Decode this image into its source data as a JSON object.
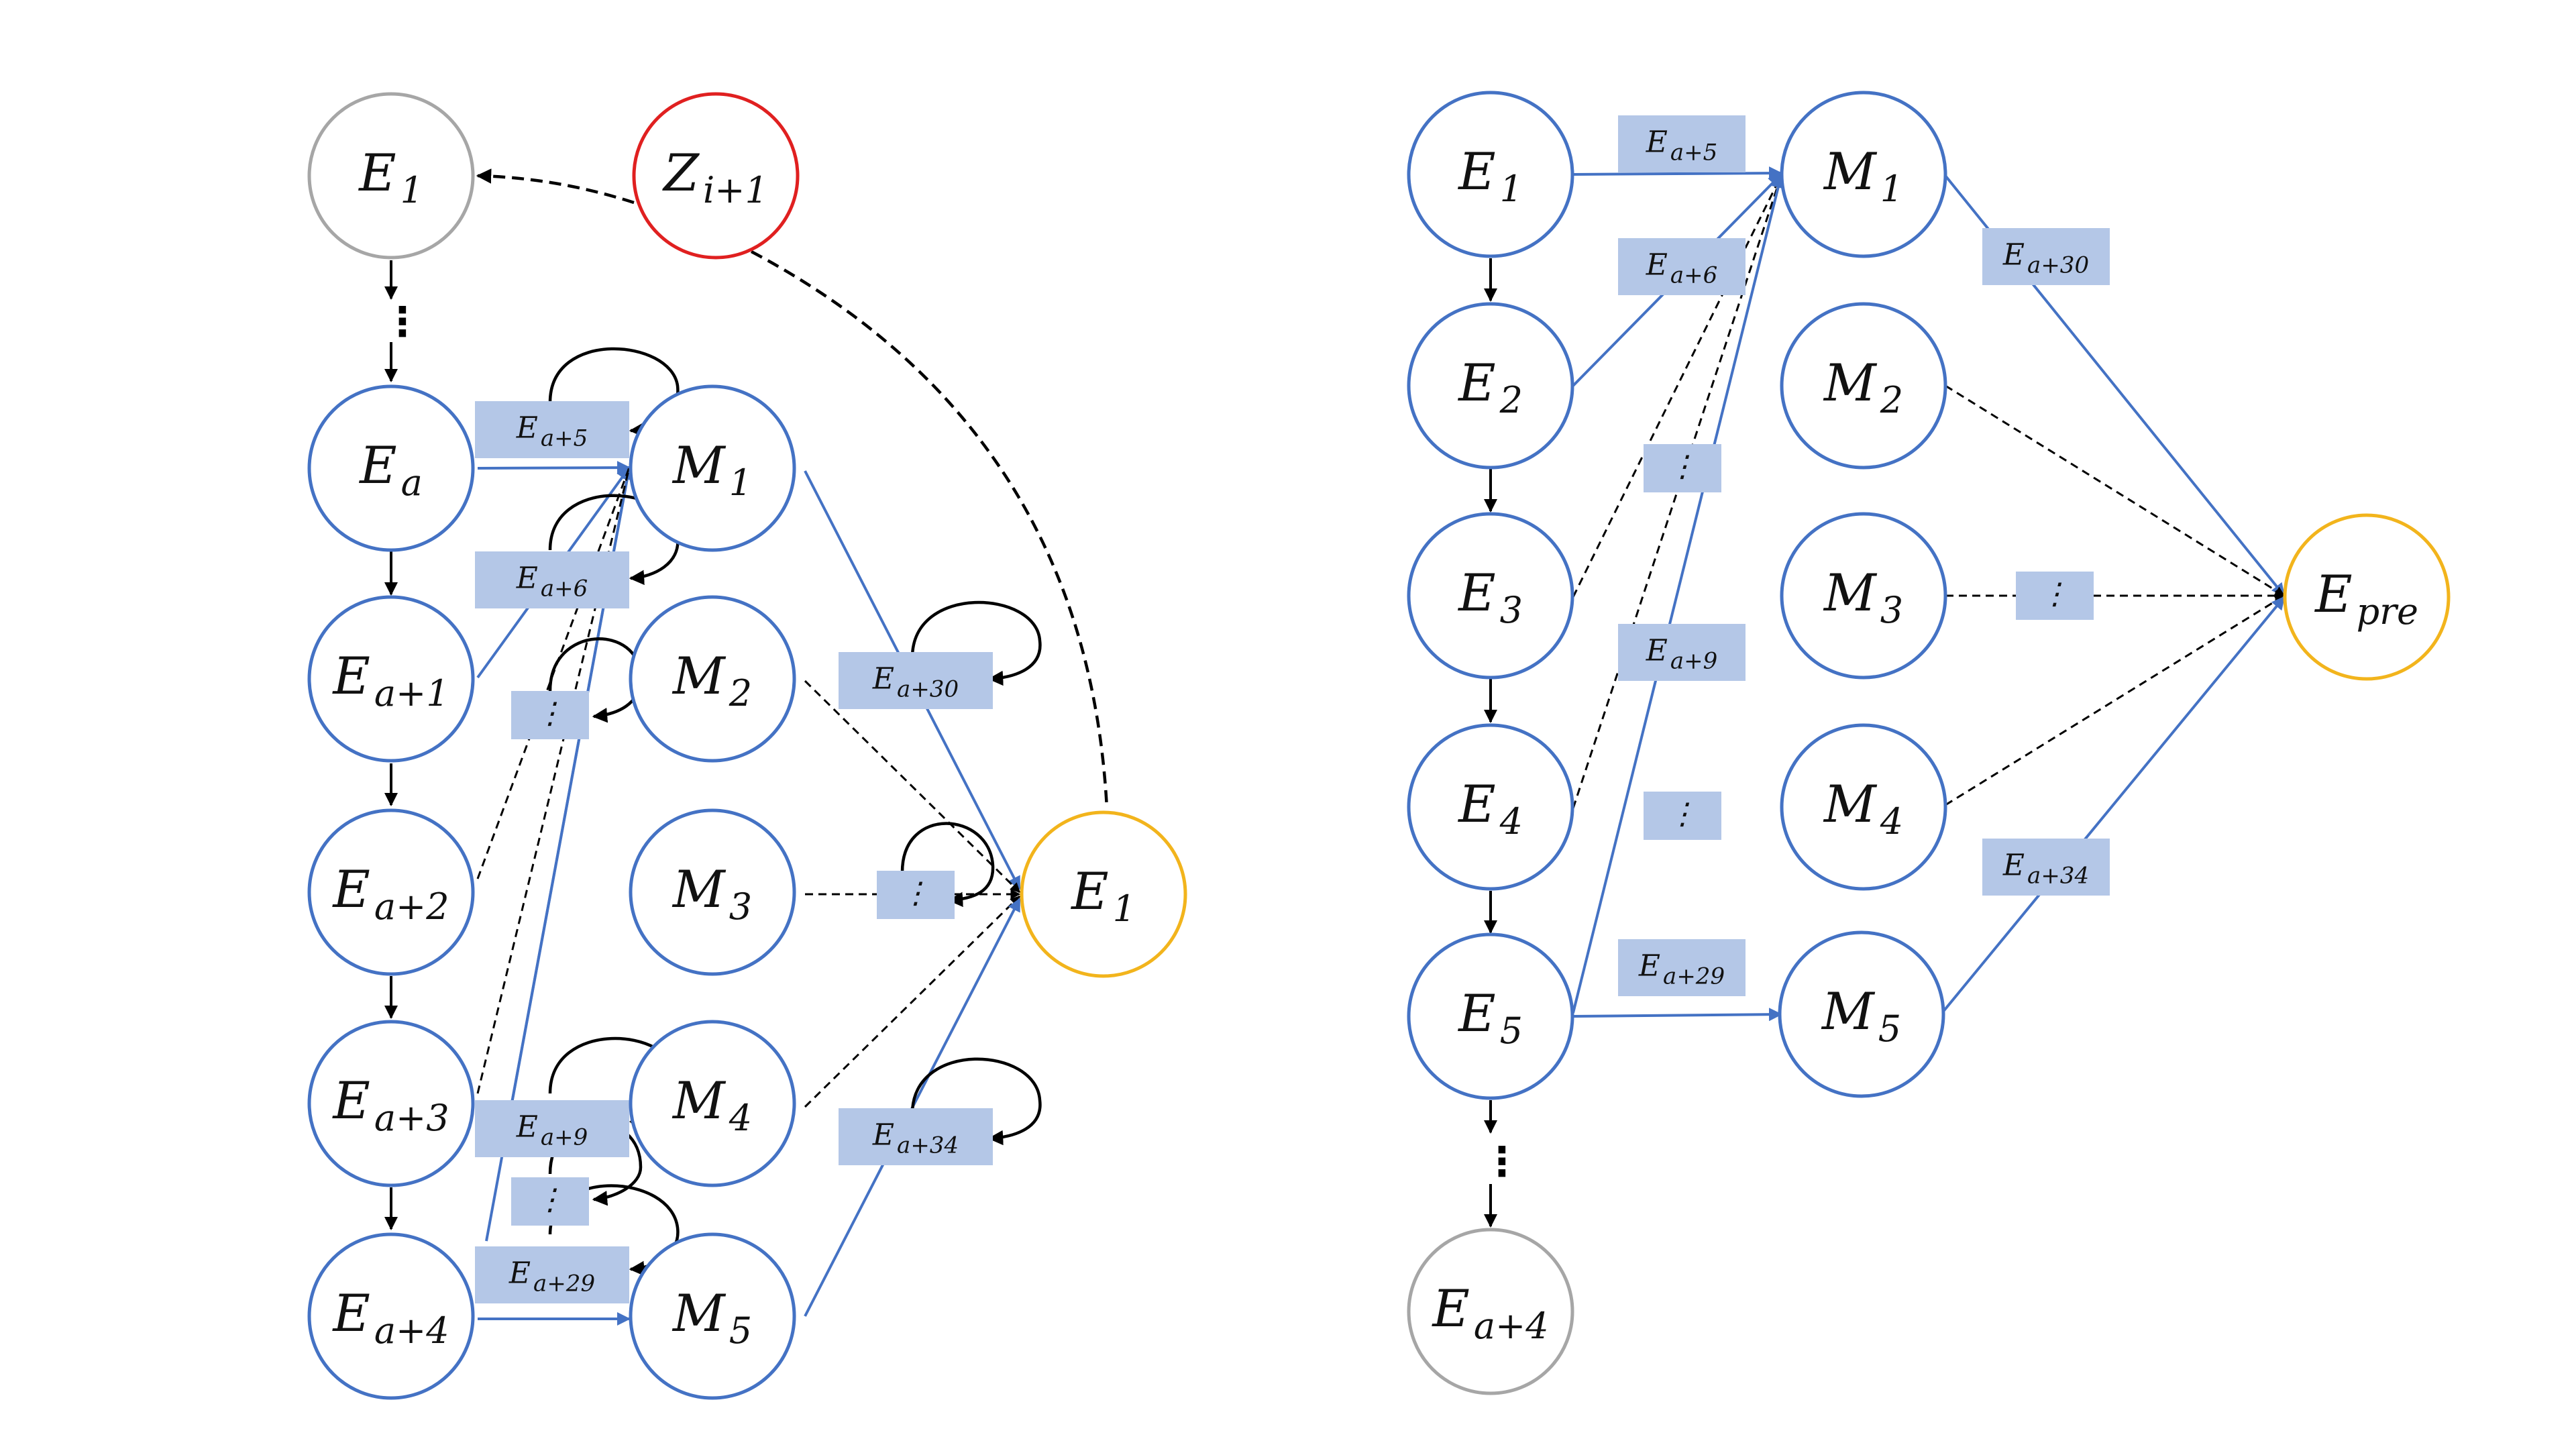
{
  "left_diagram": {
    "nodes": [
      {
        "id": "L_E1_top",
        "base": "E",
        "sub": "1",
        "border": "#a6a6a6"
      },
      {
        "id": "L_Z",
        "base": "Z",
        "sub": "i+1",
        "border": "#e02020"
      },
      {
        "id": "L_Ea",
        "base": "E",
        "sub": "a",
        "border": "#4472c4"
      },
      {
        "id": "L_Ea1",
        "base": "E",
        "sub": "a+1",
        "border": "#4472c4"
      },
      {
        "id": "L_Ea2",
        "base": "E",
        "sub": "a+2",
        "border": "#4472c4"
      },
      {
        "id": "L_Ea3",
        "base": "E",
        "sub": "a+3",
        "border": "#4472c4"
      },
      {
        "id": "L_Ea4",
        "base": "E",
        "sub": "a+4",
        "border": "#4472c4"
      },
      {
        "id": "L_M1",
        "base": "M",
        "sub": "1",
        "border": "#4472c4"
      },
      {
        "id": "L_M2",
        "base": "M",
        "sub": "2",
        "border": "#4472c4"
      },
      {
        "id": "L_M3",
        "base": "M",
        "sub": "3",
        "border": "#4472c4"
      },
      {
        "id": "L_M4",
        "base": "M",
        "sub": "4",
        "border": "#4472c4"
      },
      {
        "id": "L_M5",
        "base": "M",
        "sub": "5",
        "border": "#4472c4"
      },
      {
        "id": "L_E1_out",
        "base": "E",
        "sub": "1",
        "border": "#f2b41c"
      }
    ],
    "edge_labels": [
      {
        "id": "L_l5",
        "base": "E",
        "sub": "a+5"
      },
      {
        "id": "L_l6",
        "base": "E",
        "sub": "a+6"
      },
      {
        "id": "L_lv1",
        "base": "⋮",
        "sub": ""
      },
      {
        "id": "L_l9",
        "base": "E",
        "sub": "a+9"
      },
      {
        "id": "L_lv2",
        "base": "⋮",
        "sub": ""
      },
      {
        "id": "L_l29",
        "base": "E",
        "sub": "a+29"
      },
      {
        "id": "L_l30",
        "base": "E",
        "sub": "a+30"
      },
      {
        "id": "L_lv3",
        "base": "⋮",
        "sub": ""
      },
      {
        "id": "L_l34",
        "base": "E",
        "sub": "a+34"
      }
    ]
  },
  "right_diagram": {
    "nodes": [
      {
        "id": "R_E1",
        "base": "E",
        "sub": "1",
        "border": "#4472c4"
      },
      {
        "id": "R_E2",
        "base": "E",
        "sub": "2",
        "border": "#4472c4"
      },
      {
        "id": "R_E3",
        "base": "E",
        "sub": "3",
        "border": "#4472c4"
      },
      {
        "id": "R_E4",
        "base": "E",
        "sub": "4",
        "border": "#4472c4"
      },
      {
        "id": "R_E5",
        "base": "E",
        "sub": "5",
        "border": "#4472c4"
      },
      {
        "id": "R_Ea4",
        "base": "E",
        "sub": "a+4",
        "border": "#a6a6a6"
      },
      {
        "id": "R_M1",
        "base": "M",
        "sub": "1",
        "border": "#4472c4"
      },
      {
        "id": "R_M2",
        "base": "M",
        "sub": "2",
        "border": "#4472c4"
      },
      {
        "id": "R_M3",
        "base": "M",
        "sub": "3",
        "border": "#4472c4"
      },
      {
        "id": "R_M4",
        "base": "M",
        "sub": "4",
        "border": "#4472c4"
      },
      {
        "id": "R_M5",
        "base": "M",
        "sub": "5",
        "border": "#4472c4"
      },
      {
        "id": "R_Epre",
        "base": "E",
        "sub": "pre",
        "border": "#f2b41c"
      }
    ],
    "edge_labels": [
      {
        "id": "R_l5",
        "base": "E",
        "sub": "a+5"
      },
      {
        "id": "R_l6",
        "base": "E",
        "sub": "a+6"
      },
      {
        "id": "R_lv1",
        "base": "⋮",
        "sub": ""
      },
      {
        "id": "R_l9",
        "base": "E",
        "sub": "a+9"
      },
      {
        "id": "R_lv2",
        "base": "⋮",
        "sub": ""
      },
      {
        "id": "R_l29",
        "base": "E",
        "sub": "a+29"
      },
      {
        "id": "R_l30",
        "base": "E",
        "sub": "a+30"
      },
      {
        "id": "R_lv3",
        "base": "⋮",
        "sub": ""
      },
      {
        "id": "R_l34",
        "base": "E",
        "sub": "a+34"
      }
    ]
  },
  "colors": {
    "edge_blue": "#4472c4",
    "label_fill": "#b4c7e7",
    "input_border": "#4472c4",
    "output_border": "#f2b41c",
    "previous_border": "#e02020",
    "context_border": "#a6a6a6"
  }
}
